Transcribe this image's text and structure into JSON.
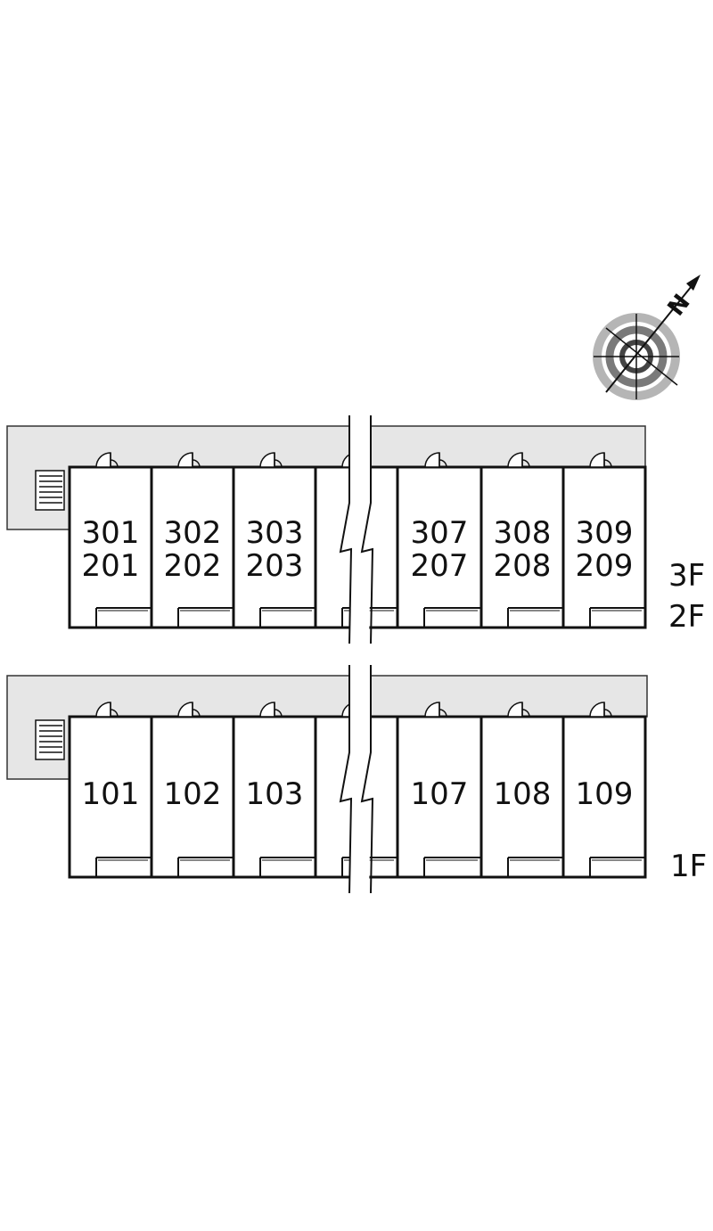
{
  "compass": {
    "north_label": "N"
  },
  "upper_block": {
    "floor_labels": [
      "3F",
      "2F"
    ],
    "units": [
      {
        "top": "301",
        "bottom": "201"
      },
      {
        "top": "302",
        "bottom": "202"
      },
      {
        "top": "303",
        "bottom": "203"
      },
      {
        "top": "",
        "bottom": ""
      },
      {
        "top": "307",
        "bottom": "207"
      },
      {
        "top": "308",
        "bottom": "208"
      },
      {
        "top": "309",
        "bottom": "209"
      }
    ]
  },
  "lower_block": {
    "floor_labels": [
      "1F"
    ],
    "units": [
      {
        "top": "101"
      },
      {
        "top": "102"
      },
      {
        "top": "103"
      },
      {
        "top": ""
      },
      {
        "top": "107"
      },
      {
        "top": "108"
      },
      {
        "top": "109"
      }
    ]
  },
  "colors": {
    "corridor": "#e6e6e6",
    "wall": "#111111",
    "compass_ring": "#8a8a8a"
  }
}
